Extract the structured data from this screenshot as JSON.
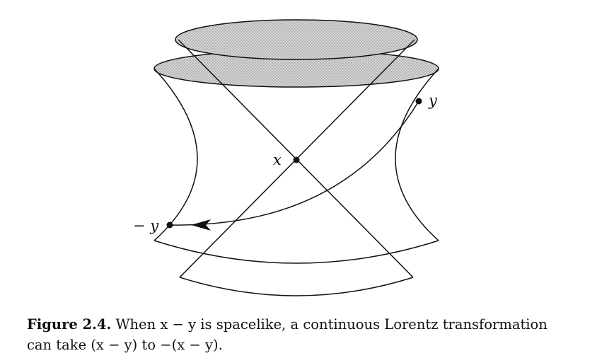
{
  "figure": {
    "labels": {
      "x": "x",
      "y": "y",
      "neg_y": "− y"
    }
  },
  "caption": {
    "label": "Figure 2.4.",
    "line1_text": " When x − y is spacelike, a continuous Lorentz transformation",
    "line2_text": "can take (x − y) to −(x − y)."
  }
}
